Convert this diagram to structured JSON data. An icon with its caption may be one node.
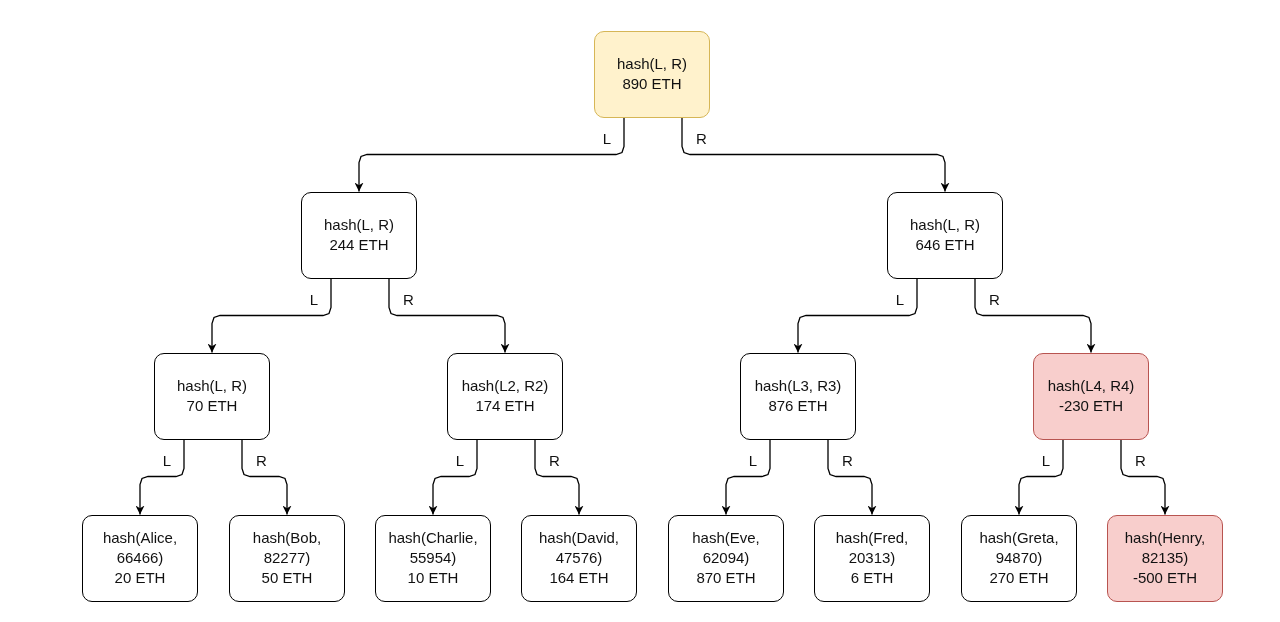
{
  "diagram": {
    "nodes": [
      {
        "text": [
          "hash(L, R)",
          "890 ETH"
        ]
      },
      {
        "text": [
          "hash(L, R)",
          "244 ETH"
        ]
      },
      {
        "text": [
          "hash(L, R)",
          "646 ETH"
        ]
      },
      {
        "text": [
          "hash(L, R)",
          "70 ETH"
        ]
      },
      {
        "text": [
          "hash(L2, R2)",
          "174 ETH"
        ]
      },
      {
        "text": [
          "hash(L3, R3)",
          "876 ETH"
        ]
      },
      {
        "text": [
          "hash(L4, R4)",
          "-230 ETH"
        ]
      },
      {
        "text": [
          "hash(Alice, 66466)",
          "20 ETH"
        ]
      },
      {
        "text": [
          "hash(Bob, 82277)",
          "50 ETH"
        ]
      },
      {
        "text": [
          "hash(Charlie, 55954)",
          "10 ETH"
        ]
      },
      {
        "text": [
          "hash(David, 47576)",
          "164 ETH"
        ]
      },
      {
        "text": [
          "hash(Eve, 62094)",
          "870 ETH"
        ]
      },
      {
        "text": [
          "hash(Fred, 20313)",
          "6 ETH"
        ]
      },
      {
        "text": [
          "hash(Greta, 94870)",
          "270 ETH"
        ]
      },
      {
        "text": [
          "hash(Henry, 82135)",
          "-500 ETH"
        ]
      }
    ],
    "edges": [
      {
        "from": 0,
        "to": 1,
        "arrow": "to",
        "label": "L"
      },
      {
        "from": 0,
        "to": 2,
        "arrow": "to",
        "label": "R"
      },
      {
        "from": 1,
        "to": 3,
        "arrow": "to",
        "label": "L"
      },
      {
        "from": 1,
        "to": 4,
        "arrow": "to",
        "label": "R"
      },
      {
        "from": 2,
        "to": 5,
        "arrow": "to",
        "label": "L"
      },
      {
        "from": 2,
        "to": 6,
        "arrow": "to",
        "label": "R"
      },
      {
        "from": 3,
        "to": 7,
        "arrow": "to",
        "label": "L"
      },
      {
        "from": 3,
        "to": 8,
        "arrow": "to",
        "label": "R"
      },
      {
        "from": 4,
        "to": 9,
        "arrow": "to",
        "label": "L"
      },
      {
        "from": 4,
        "to": 10,
        "arrow": "to",
        "label": "R"
      },
      {
        "from": 5,
        "to": 11,
        "arrow": "to",
        "label": "L"
      },
      {
        "from": 5,
        "to": 12,
        "arrow": "to",
        "label": "R"
      },
      {
        "from": 6,
        "to": 13,
        "arrow": "to",
        "label": "L"
      },
      {
        "from": 6,
        "to": 14,
        "arrow": "to",
        "label": "R"
      }
    ]
  }
}
